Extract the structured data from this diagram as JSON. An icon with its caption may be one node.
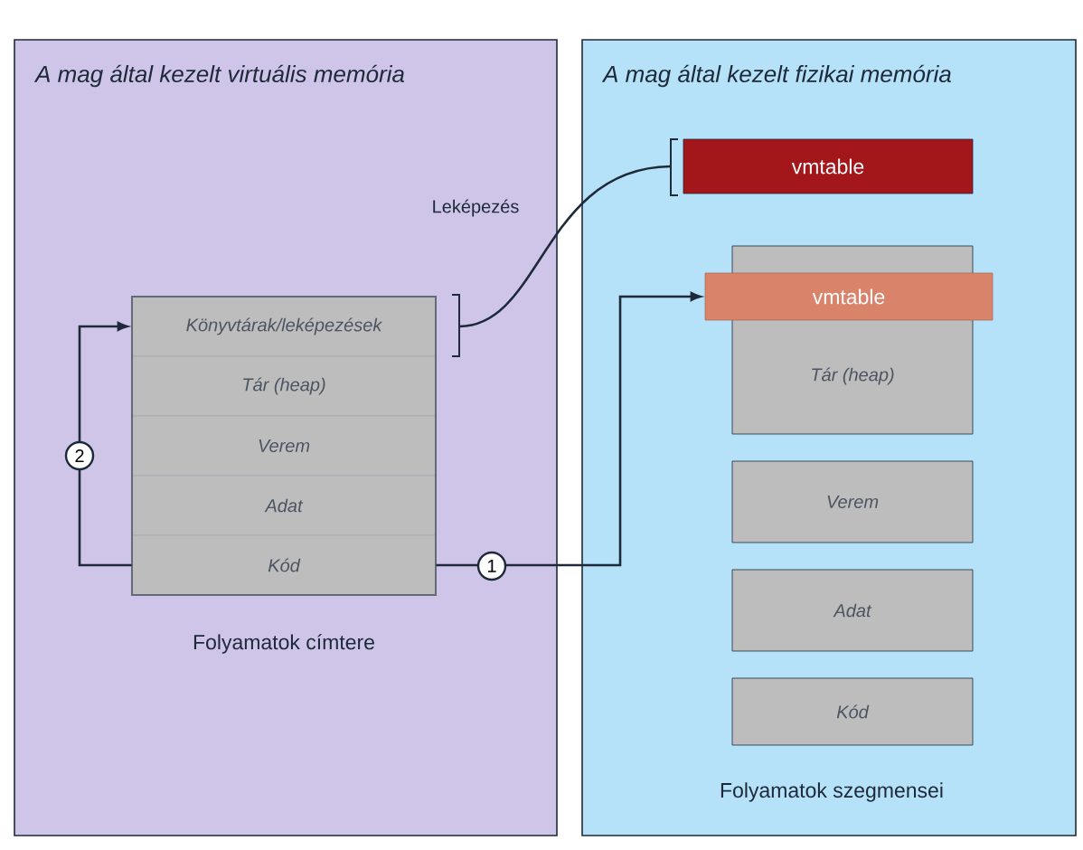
{
  "diagram": {
    "nodes": [
      {
        "text": [
          "A mag által kezelt virtuális memória"
        ]
      },
      {
        "text": [],
        "shape": "box",
        "in": 0,
        "beside": [
          "Folyamatok címtere"
        ]
      },
      {
        "text": [
          "Könyvtárak/leképezések"
        ],
        "in": 1
      },
      {
        "text": [
          "Tár (heap)"
        ],
        "in": 1
      },
      {
        "text": [
          "Verem"
        ],
        "in": 1
      },
      {
        "text": [
          "Adat"
        ],
        "in": 1
      },
      {
        "text": [
          "Kód"
        ],
        "in": 1
      },
      {
        "text": [
          "A mag által kezelt fizikai memória"
        ]
      },
      {
        "text": [
          "vmtable"
        ],
        "in": 7
      },
      {
        "text": [
          "Tár (heap)"
        ],
        "in": 7
      },
      {
        "text": [
          "vmtable"
        ],
        "in": 7
      },
      {
        "text": [
          "Verem"
        ],
        "in": 7
      },
      {
        "text": [
          "Adat"
        ],
        "in": 7
      },
      {
        "text": [
          "Kód"
        ],
        "in": 7
      }
    ],
    "edges": [
      {
        "from": 2,
        "to": 8,
        "arrow": "none",
        "label": "Leképezés"
      },
      {
        "from": 6,
        "to": 10,
        "arrow": "to",
        "label": "1"
      },
      {
        "from": 6,
        "to": 2,
        "arrow": "to",
        "label": "2"
      }
    ],
    "labels": [
      "Folyamatok szegmensei"
    ]
  }
}
